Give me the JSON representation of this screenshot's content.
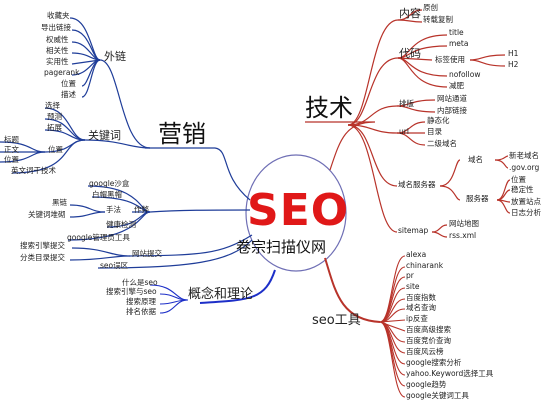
{
  "center": {
    "title": "SEO",
    "subtitle": "卷宗扫描仪网"
  },
  "colors": {
    "marketing": "#1f3d99",
    "tech": "#b8332a",
    "concepts": "#1d2fc8",
    "tools": "#b8332a"
  },
  "marketing": {
    "label": "营销",
    "waili": {
      "label": "外链",
      "items": [
        "收藏夹",
        "导出链接",
        "权威性",
        "相关性",
        "实用性",
        "pagerank",
        "位置",
        "描述"
      ]
    },
    "keywords": {
      "label": "关键词",
      "items": [
        "选择",
        "预测",
        "拓展"
      ],
      "position": {
        "label": "位置",
        "items": [
          "标题",
          "正文",
          "位置"
        ]
      },
      "extra": "英文词干技术"
    },
    "cheat": {
      "label": "作弊",
      "items": [
        "google沙盒",
        "白帽黑帽",
        "手法",
        "健康检测",
        "google管理员工具"
      ],
      "hand_items": [
        "黑链",
        "关键词堆砌"
      ]
    },
    "submit": {
      "label": "网站提交",
      "items": [
        "搜索引擎提交",
        "分类目录提交"
      ]
    },
    "seo_zone": "seo误区"
  },
  "concepts": {
    "label": "概念和理论",
    "items": [
      "什么是seo",
      "搜索引擎与seo",
      "搜索原理",
      "排名依据"
    ]
  },
  "tech": {
    "label": "技术",
    "content": {
      "label": "内容",
      "items": [
        "原创",
        "转载复制"
      ]
    },
    "code": {
      "label": "代码",
      "items": [
        "title",
        "meta",
        "标签使用",
        "nofollow",
        "减肥"
      ],
      "tag_items": [
        "H1",
        "H2"
      ]
    },
    "layout": {
      "label": "排版",
      "items": [
        "网站通道",
        "内部链接"
      ]
    },
    "url": {
      "label": "url",
      "items": [
        "静态化",
        "目录",
        "二级域名"
      ]
    },
    "server": {
      "label": "域名服务器",
      "domain": {
        "label": "域名",
        "items": [
          "新老域名",
          ".gov.org"
        ]
      },
      "host": {
        "label": "服务器",
        "items": [
          "位置",
          "稳定性",
          "放置站点",
          "日志分析"
        ]
      }
    },
    "sitemap": {
      "label": "sitemap",
      "items": [
        "网站地图",
        "rss.xml"
      ]
    }
  },
  "tools": {
    "label": "seo工具",
    "items": [
      "alexa",
      "chinarank",
      "pr",
      "site",
      "百度指数",
      "域名查询",
      "ip反查",
      "百度高级搜索",
      "百度竞价查询",
      "百度风云榜",
      "google搜索分析",
      "yahoo.Keyword选择工具",
      "google趋势",
      "google关键词工具"
    ]
  }
}
